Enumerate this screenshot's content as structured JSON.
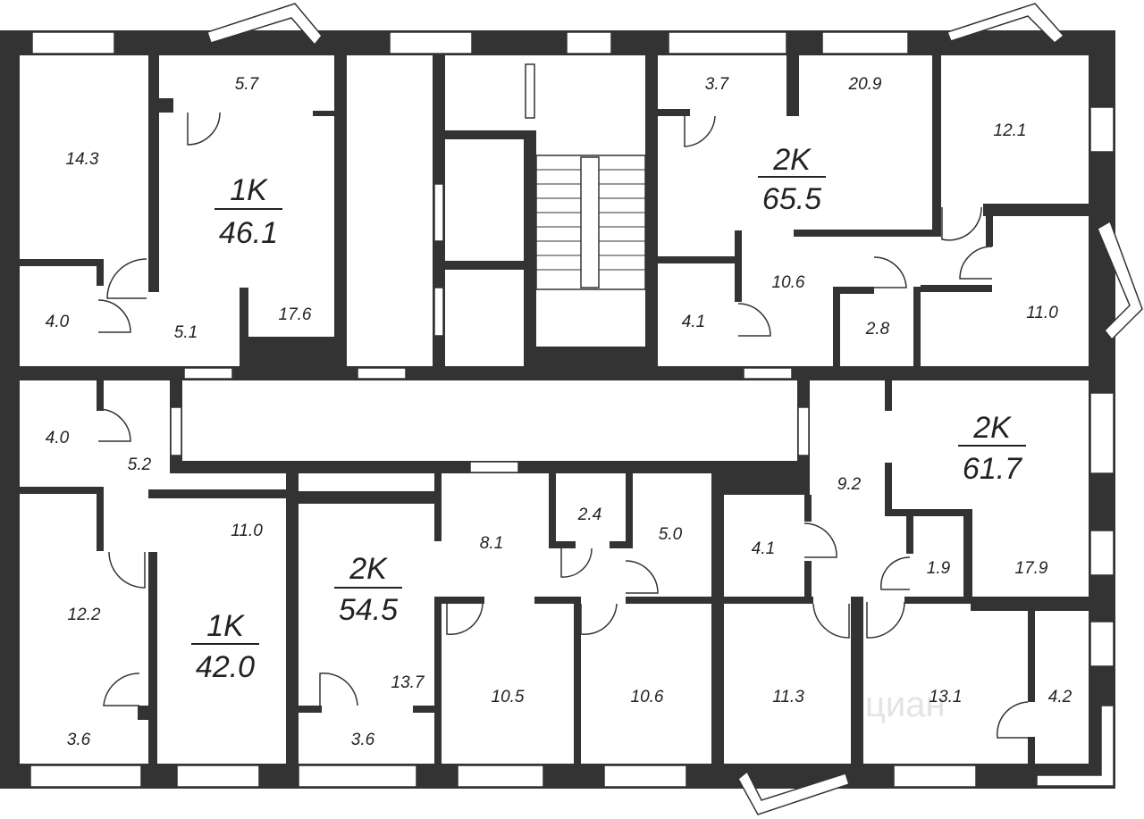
{
  "watermark": "циан",
  "apartments": [
    {
      "id": "apt-1k-46",
      "type": "1K",
      "area": "46.1"
    },
    {
      "id": "apt-2k-65",
      "type": "2K",
      "area": "65.5"
    },
    {
      "id": "apt-2k-61",
      "type": "2K",
      "area": "61.7"
    },
    {
      "id": "apt-1k-42",
      "type": "1K",
      "area": "42.0"
    },
    {
      "id": "apt-2k-54",
      "type": "2K",
      "area": "54.5"
    }
  ],
  "rooms": [
    "14.3",
    "5.7",
    "17.6",
    "5.1",
    "4.0",
    "3.7",
    "20.9",
    "12.1",
    "10.6",
    "4.1",
    "2.8",
    "11.0",
    "4.0",
    "5.2",
    "11.0",
    "12.2",
    "3.6",
    "8.1",
    "2.4",
    "5.0",
    "13.7",
    "3.6",
    "10.5",
    "10.6",
    "9.2",
    "4.1",
    "1.9",
    "17.9",
    "11.3",
    "13.1",
    "4.2"
  ]
}
